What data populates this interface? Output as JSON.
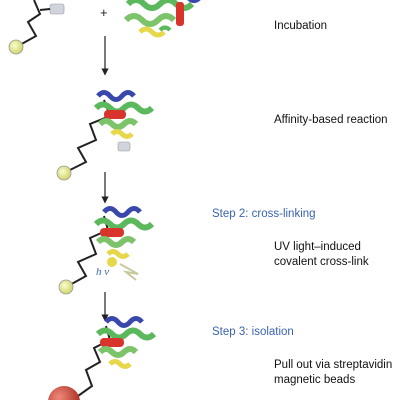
{
  "colors": {
    "step_text": "#3a63b0",
    "helix_green": "#5cb85c",
    "helix_red": "#d9342b",
    "helix_blue": "#3949ab",
    "helix_yellow": "#e6d84a",
    "bead_red": "#c0392b",
    "linker_tip": "#e8ec8a"
  },
  "operator": "+",
  "stages": [
    {
      "label": "Incubation"
    },
    {
      "label": "Affinity-based reaction"
    },
    {
      "step": "Step 2: cross-linking",
      "label_lines": [
        "UV light–induced",
        "covalent cross-link"
      ],
      "symbol": "h v"
    },
    {
      "step": "Step 3: isolation",
      "label_lines": [
        "Pull out via streptavidin",
        "magnetic beads"
      ]
    }
  ]
}
